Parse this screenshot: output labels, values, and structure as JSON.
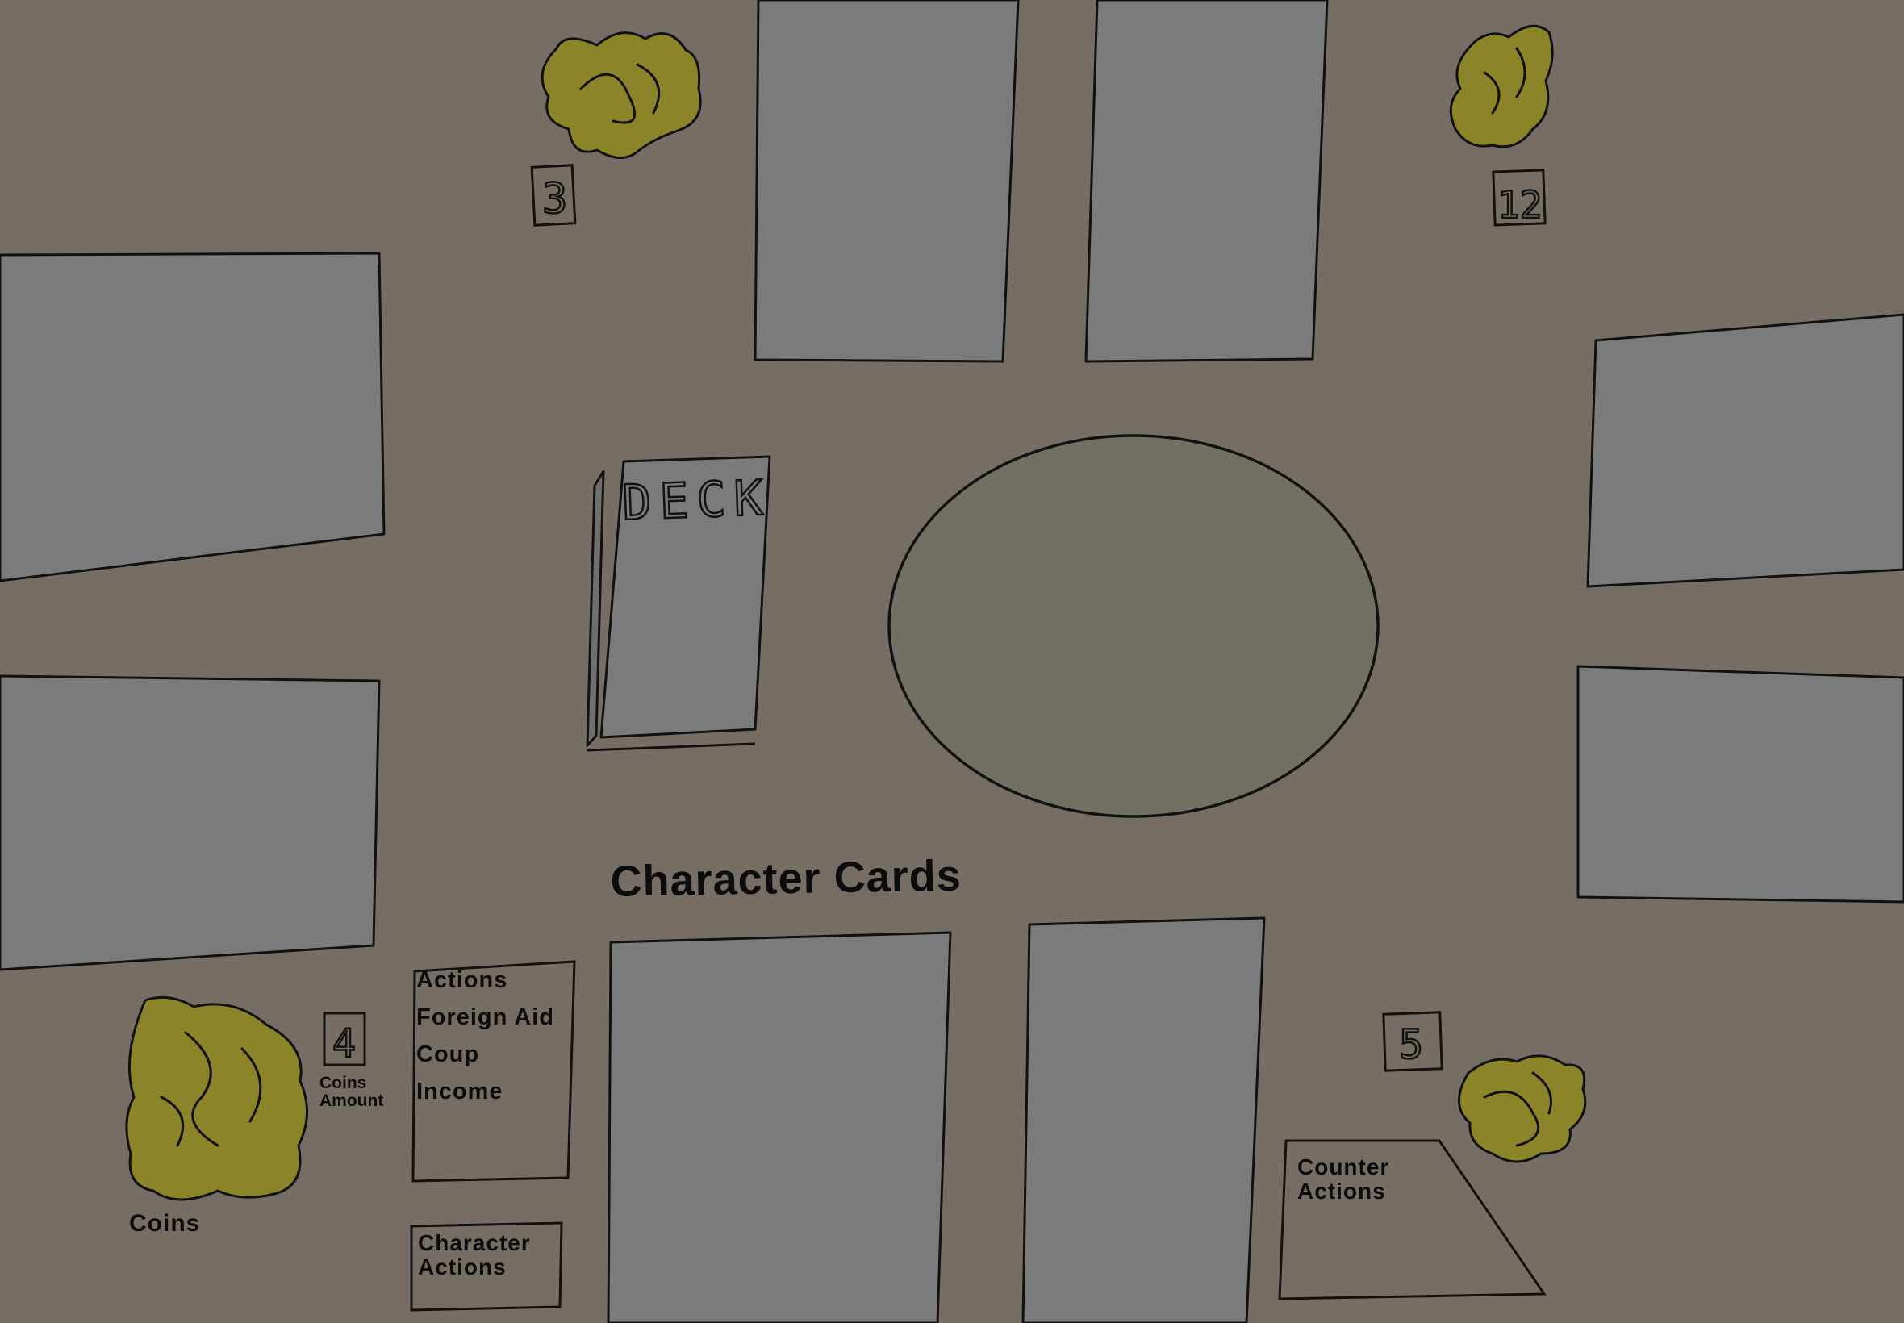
{
  "board": {
    "title": "Character Cards",
    "deck_label": "DECK",
    "coins_label": "Coins",
    "coins_amount_label": "Coins\nAmount",
    "actions_panel": {
      "title": "Actions",
      "items": [
        "Foreign Aid",
        "Coup",
        "Income"
      ]
    },
    "character_actions_label": "Character\nActions",
    "counter_actions_label": "Counter\nActions"
  },
  "players": [
    {
      "seat": "top-left",
      "coins": "3"
    },
    {
      "seat": "top-right",
      "coins": "12"
    },
    {
      "seat": "bottom-left",
      "coins": "4"
    },
    {
      "seat": "bottom-right",
      "coins": "5"
    }
  ],
  "colors": {
    "table": "#766e65",
    "card": "#7b7b7b",
    "center_pool": "#717062",
    "coin_pile": "#8c8428",
    "ink": "#111111"
  }
}
